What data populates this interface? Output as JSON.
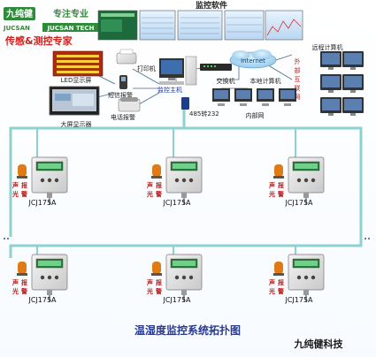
{
  "logo": {
    "brand_cn": "九纯健",
    "brand_en": "JUCSAN",
    "tech_en": "JUCSAN TECH",
    "slogan": "传感&测控专家",
    "motto": "专注专业"
  },
  "labels": {
    "software": "监控软件",
    "remote": "远程计算机",
    "internet": "Internet",
    "printer": "打印机",
    "sms": "短信报警",
    "host": "监控主机",
    "phone": "电话报警",
    "led": "LED显示屏",
    "bigscreen": "大屏显示器",
    "switch": "交换机",
    "local": "本地计算机",
    "intranet": "内部网",
    "vertical_net": "外部互联网",
    "rs485": "485转232"
  },
  "sensors": [
    {
      "alarm": "声光报警",
      "model": "JCJ175A"
    },
    {
      "alarm": "声光报警",
      "model": "JCJ175A"
    },
    {
      "alarm": "声光报警",
      "model": "JCJ175A"
    },
    {
      "alarm": "声光报警",
      "model": "JCJ175A"
    },
    {
      "alarm": "声光报警",
      "model": "JCJ175A"
    },
    {
      "alarm": "声光报警",
      "model": "JCJ175A"
    }
  ],
  "caption": "温湿度监控系统拓扑图",
  "watermark": "九纯健科技",
  "colors": {
    "bus": "#8fd0d0",
    "caption": "#2a3a8a",
    "logo_green": "#2e8b3a",
    "logo_red": "#cc2222"
  }
}
